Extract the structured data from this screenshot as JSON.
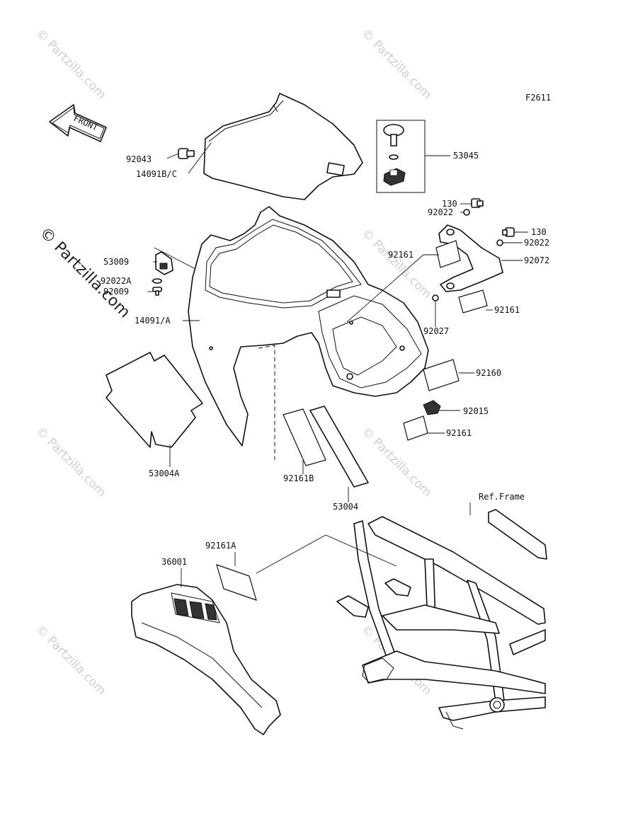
{
  "figure_code": "F2611",
  "front_arrow_label": "FRONT",
  "watermark_text": "© Partzilla.com",
  "reference_label": "Ref.Frame",
  "part_labels": {
    "p92043": "92043",
    "p14091bc": "14091B/C",
    "p53045": "53045",
    "p130a": "130",
    "p92022a": "92022",
    "p130b": "130",
    "p92022b": "92022",
    "p92072": "92072",
    "p92161a": "92161",
    "p92161b": "92161",
    "p92027": "92027",
    "p53009": "53009",
    "p92022A": "92022A",
    "p92009": "92009",
    "p14091a": "14091/A",
    "p92160": "92160",
    "p92015": "92015",
    "p92161c": "92161",
    "p53004A": "53004A",
    "p92161B": "92161B",
    "p53004": "53004",
    "p92161A": "92161A",
    "p36001": "36001"
  },
  "colors": {
    "line": "#111111",
    "watermark": "#cfcfcf",
    "background": "#ffffff"
  }
}
